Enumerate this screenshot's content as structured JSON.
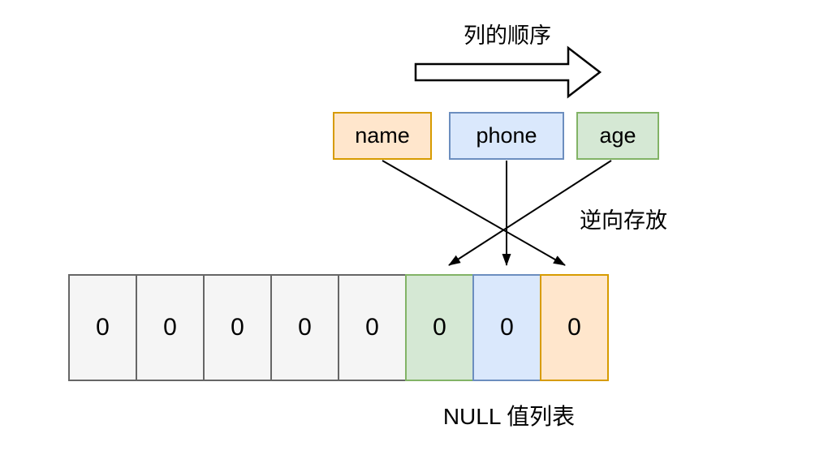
{
  "diagram": {
    "title": "列的顺序",
    "reverse_label": "逆向存放",
    "caption": "NULL 值列表",
    "columns": [
      {
        "label": "name",
        "fill": "#ffe6cc",
        "border": "#d79b00",
        "arrow_points_to_cell": 8
      },
      {
        "label": "phone",
        "fill": "#dae8fc",
        "border": "#6c8ebf",
        "arrow_points_to_cell": 7
      },
      {
        "label": "age",
        "fill": "#d5e8d4",
        "border": "#82b366",
        "arrow_points_to_cell": 6
      }
    ],
    "null_bitmap": {
      "cells": [
        {
          "value": "0",
          "column": ""
        },
        {
          "value": "0",
          "column": ""
        },
        {
          "value": "0",
          "column": ""
        },
        {
          "value": "0",
          "column": ""
        },
        {
          "value": "0",
          "column": ""
        },
        {
          "value": "0",
          "column": "age"
        },
        {
          "value": "0",
          "column": "phone"
        },
        {
          "value": "0",
          "column": "name"
        }
      ]
    },
    "colors": {
      "background": "#ffffff",
      "line": "#000000",
      "gray_fill": "#f5f5f5",
      "gray_border": "#666666",
      "orange_fill": "#ffe6cc",
      "orange_border": "#d79b00",
      "blue_fill": "#dae8fc",
      "blue_border": "#6c8ebf",
      "green_fill": "#d5e8d4",
      "green_border": "#82b366"
    }
  }
}
